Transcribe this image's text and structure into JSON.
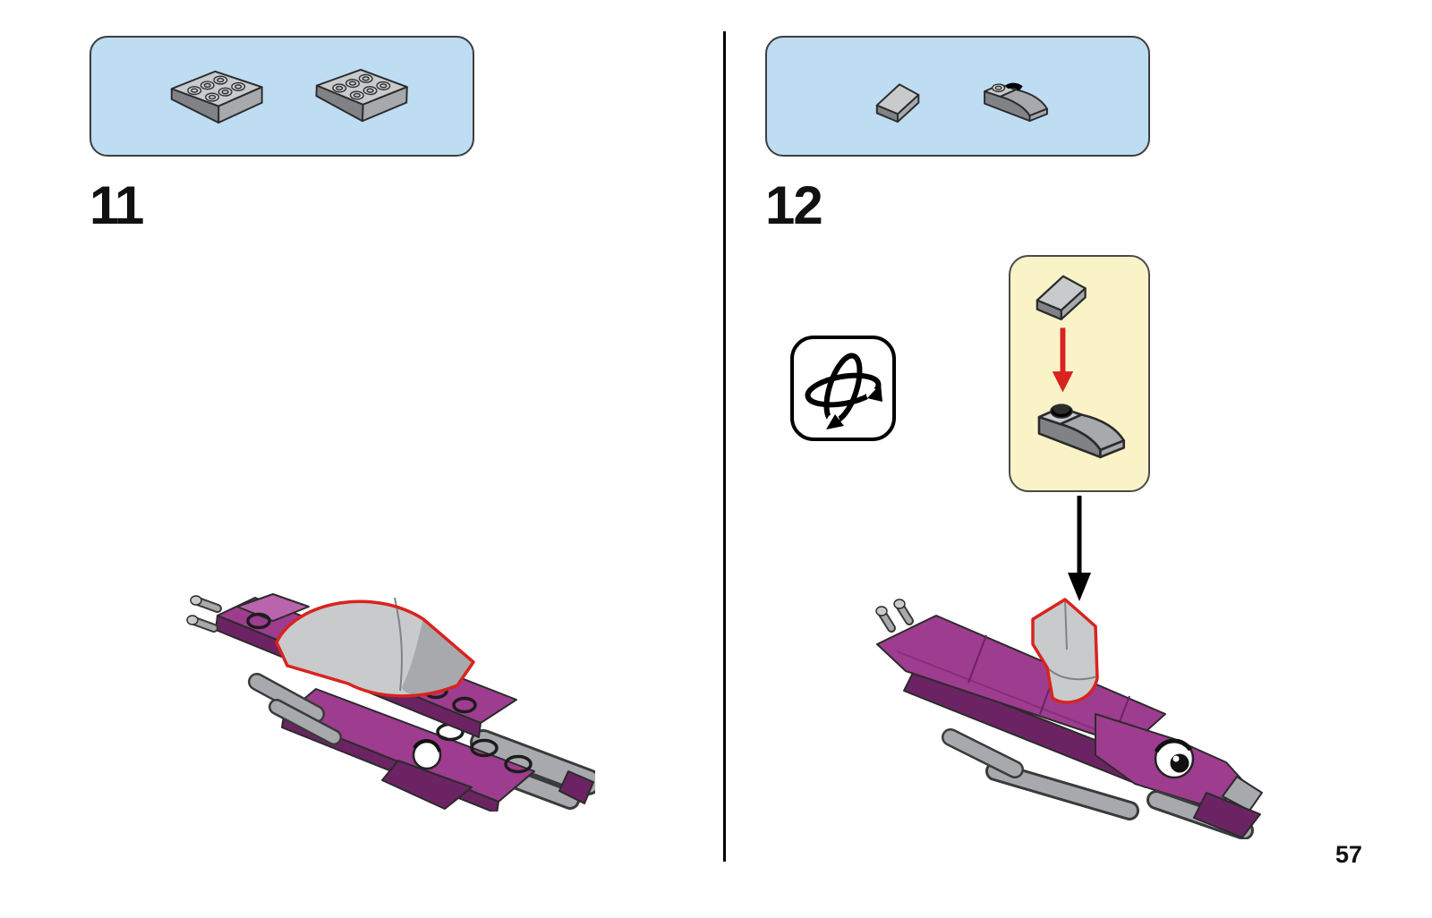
{
  "page": {
    "number": "57"
  },
  "colors": {
    "page_bg": "#ffffff",
    "parts_box_bg": "#BEDCF2",
    "parts_box_border": "#3d3d3d",
    "callout_bg": "#FAF3C8",
    "callout_border": "#4a4a4a",
    "divider": "#000000",
    "line": "#2b2b2b",
    "text": "#111111",
    "brick_gray": "#A7A9AC",
    "brick_gray_light": "#C8CACC",
    "brick_gray_dark": "#808285",
    "purple": "#9E3C8F",
    "purple_light": "#B964AC",
    "purple_dark": "#6C2363",
    "highlight_red": "#D9231E",
    "arrow_black": "#000000"
  },
  "steps": [
    {
      "number": "11",
      "parts_box": {
        "part_icons": [
          "inverted-slope-plate-icon",
          "inverted-slope-plate-icon"
        ]
      },
      "illustration": "fish-build-canopy-placement-highlighted"
    },
    {
      "number": "12",
      "parts_box": {
        "part_icons": [
          "small-slope-wedge-icon",
          "curved-slope-brick-icon"
        ]
      },
      "rotate_icon": "rotate-model-icon",
      "callout": {
        "part_icons": [
          "small-slope-wedge-icon",
          "curved-slope-brick-icon"
        ],
        "arrow_icon": "red-down-arrow-icon"
      },
      "arrow_icon": "black-down-arrow-icon",
      "illustration": "fish-build-rotated-slope-placement-highlighted"
    }
  ]
}
